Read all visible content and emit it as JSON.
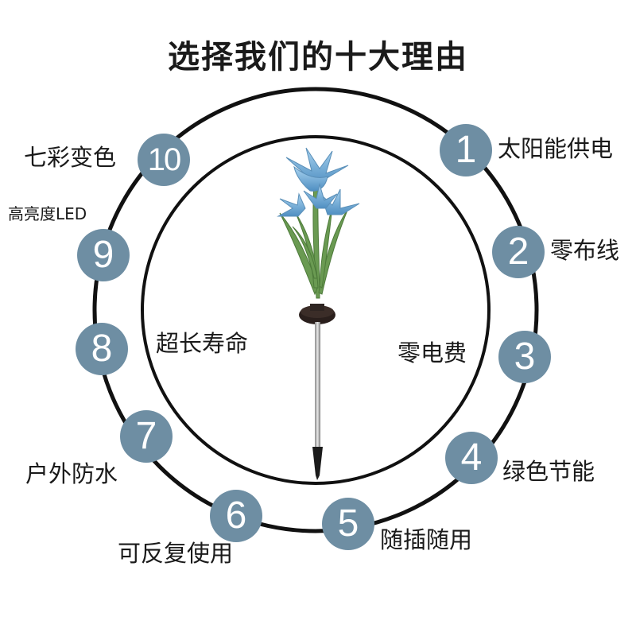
{
  "title": "选择我们的十大理由",
  "colors": {
    "badge": "#6e8ea3",
    "ring": "#111111",
    "flower": "#7fb3d8",
    "leaf": "#6a9a52"
  },
  "reasons": [
    {
      "number": "1",
      "label": "太阳能供电"
    },
    {
      "number": "2",
      "label": "零布线"
    },
    {
      "number": "3",
      "label": "零电费"
    },
    {
      "number": "4",
      "label": "绿色节能"
    },
    {
      "number": "5",
      "label": "随插随用"
    },
    {
      "number": "6",
      "label": "可反复使用"
    },
    {
      "number": "7",
      "label": "户外防水"
    },
    {
      "number": "8",
      "label": "超长寿命"
    },
    {
      "number": "9",
      "label": "高亮度LED"
    },
    {
      "number": "10",
      "label": "七彩变色"
    }
  ]
}
